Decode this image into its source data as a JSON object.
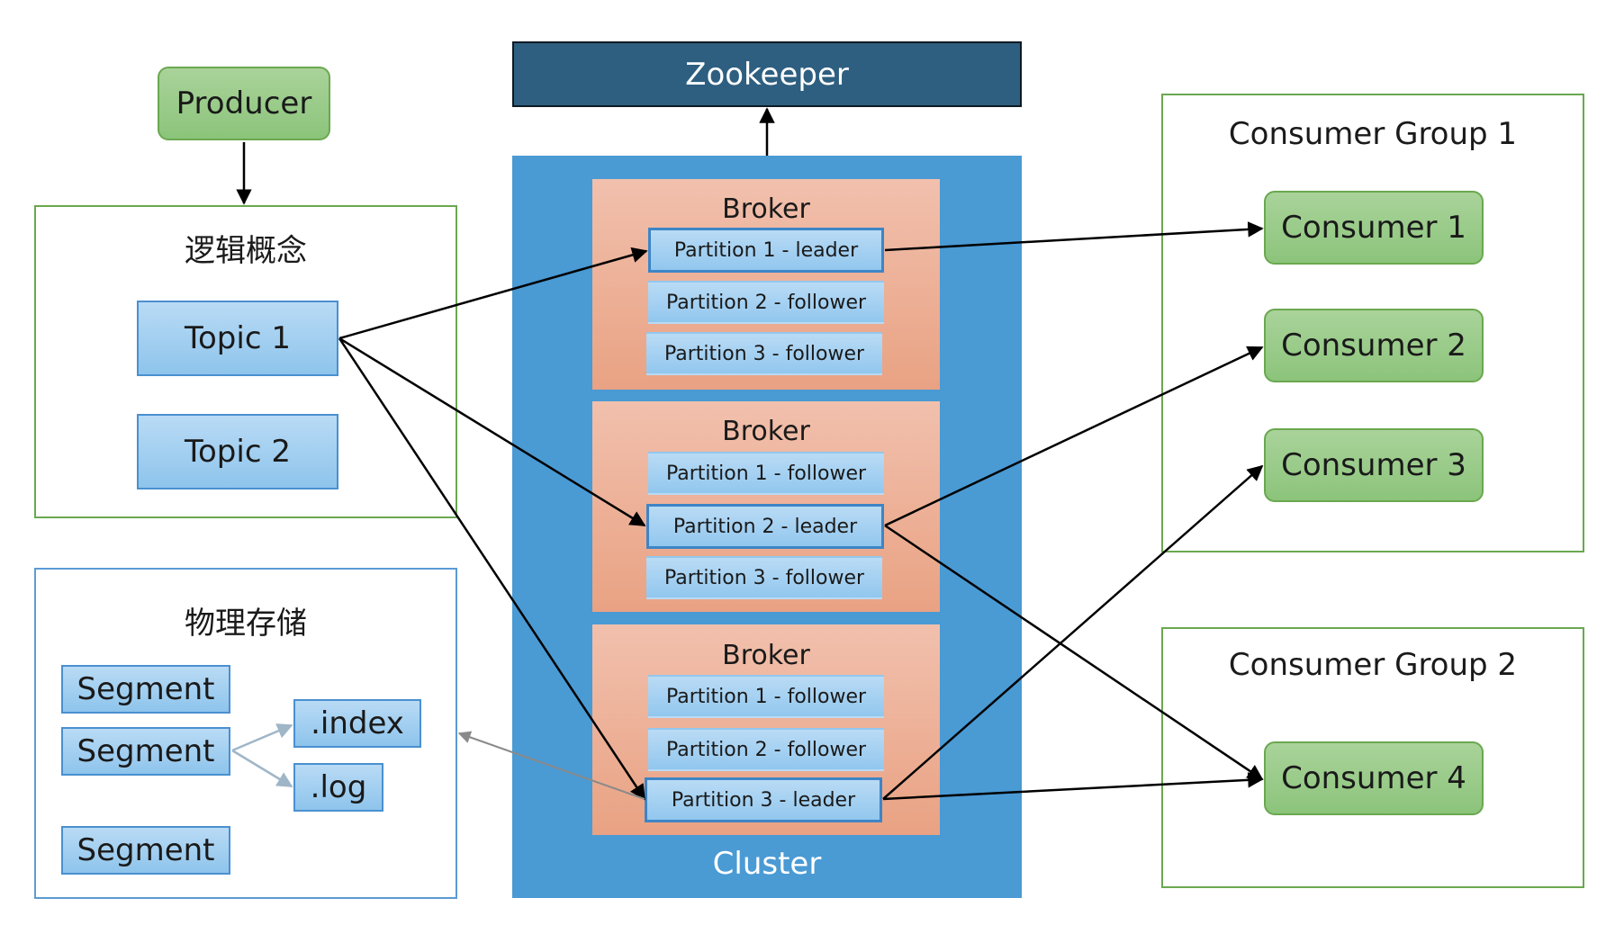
{
  "producer": {
    "label": "Producer"
  },
  "zookeeper": {
    "label": "Zookeeper"
  },
  "logical": {
    "title": "逻辑概念",
    "topics": [
      "Topic 1",
      "Topic 2"
    ]
  },
  "physical": {
    "title": "物理存储",
    "segments": [
      "Segment",
      "Segment",
      "Segment"
    ],
    "files": [
      ".index",
      ".log"
    ]
  },
  "cluster": {
    "label": "Cluster",
    "brokers": [
      {
        "label": "Broker",
        "partitions": [
          "Partition 1 - leader",
          "Partition 2 - follower",
          "Partition 3 - follower"
        ]
      },
      {
        "label": "Broker",
        "partitions": [
          "Partition 1 - follower",
          "Partition 2 - leader",
          "Partition 3 - follower"
        ]
      },
      {
        "label": "Broker",
        "partitions": [
          "Partition 1 - follower",
          "Partition 2 - follower",
          "Partition 3 - leader"
        ]
      }
    ]
  },
  "groups": [
    {
      "title": "Consumer Group 1",
      "consumers": [
        "Consumer 1",
        "Consumer 2",
        "Consumer 3"
      ]
    },
    {
      "title": "Consumer Group 2",
      "consumers": [
        "Consumer 4"
      ]
    }
  ],
  "colors": {
    "green_fill": "#8cc47b",
    "green_border": "#6aa84f",
    "blue_fill": "#92c7ee",
    "blue_border": "#4a90d0",
    "cluster": "#4a9ad4",
    "zookeeper": "#2e5f80",
    "broker": "#eeb39b"
  }
}
